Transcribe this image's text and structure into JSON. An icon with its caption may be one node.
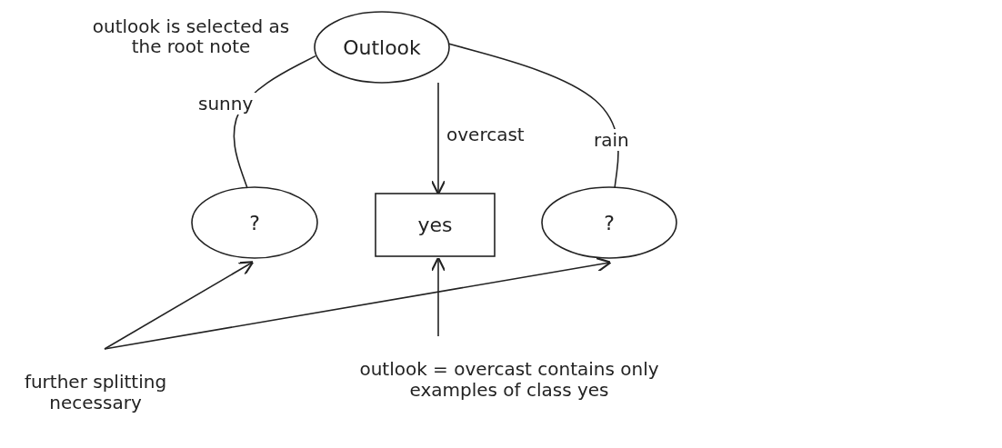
{
  "diagram": {
    "nodes": [
      {
        "text": [
          "Outlook"
        ]
      },
      {
        "text": [
          "?"
        ]
      },
      {
        "text": [
          "yes"
        ]
      },
      {
        "text": [
          "?"
        ]
      },
      {
        "text": [
          "further splitting necessary"
        ]
      },
      {
        "text": [
          "outlook = overcast contains only examples of class yes"
        ]
      }
    ],
    "edges": [
      {
        "from": 0,
        "to": 1,
        "arrow": "none",
        "label": "sunny"
      },
      {
        "from": 0,
        "to": 2,
        "arrow": "to",
        "label": "overcast"
      },
      {
        "from": 0,
        "to": 3,
        "arrow": "none",
        "label": "rain"
      },
      {
        "from": 4,
        "to": 1,
        "arrow": "to"
      },
      {
        "from": 4,
        "to": 3,
        "arrow": "to"
      },
      {
        "from": 5,
        "to": 2,
        "arrow": "to"
      }
    ],
    "labels": [
      "outlook is selected as the root note"
    ]
  }
}
